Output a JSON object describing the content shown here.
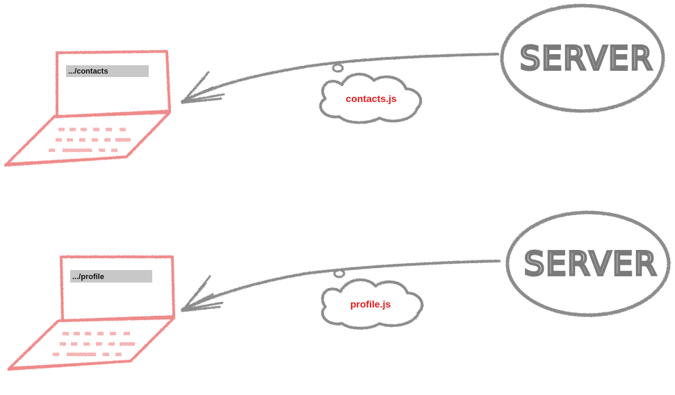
{
  "scenes": [
    {
      "url": ".../contacts",
      "file": "contacts.js",
      "server_label": "SERVER"
    },
    {
      "url": ".../profile",
      "file": "profile.js",
      "server_label": "SERVER"
    }
  ],
  "colors": {
    "laptop": "#ef8a8a",
    "connector": "#8c8c8c",
    "file_label": "#e21b1b",
    "url_bar": "#c8c8c8"
  }
}
